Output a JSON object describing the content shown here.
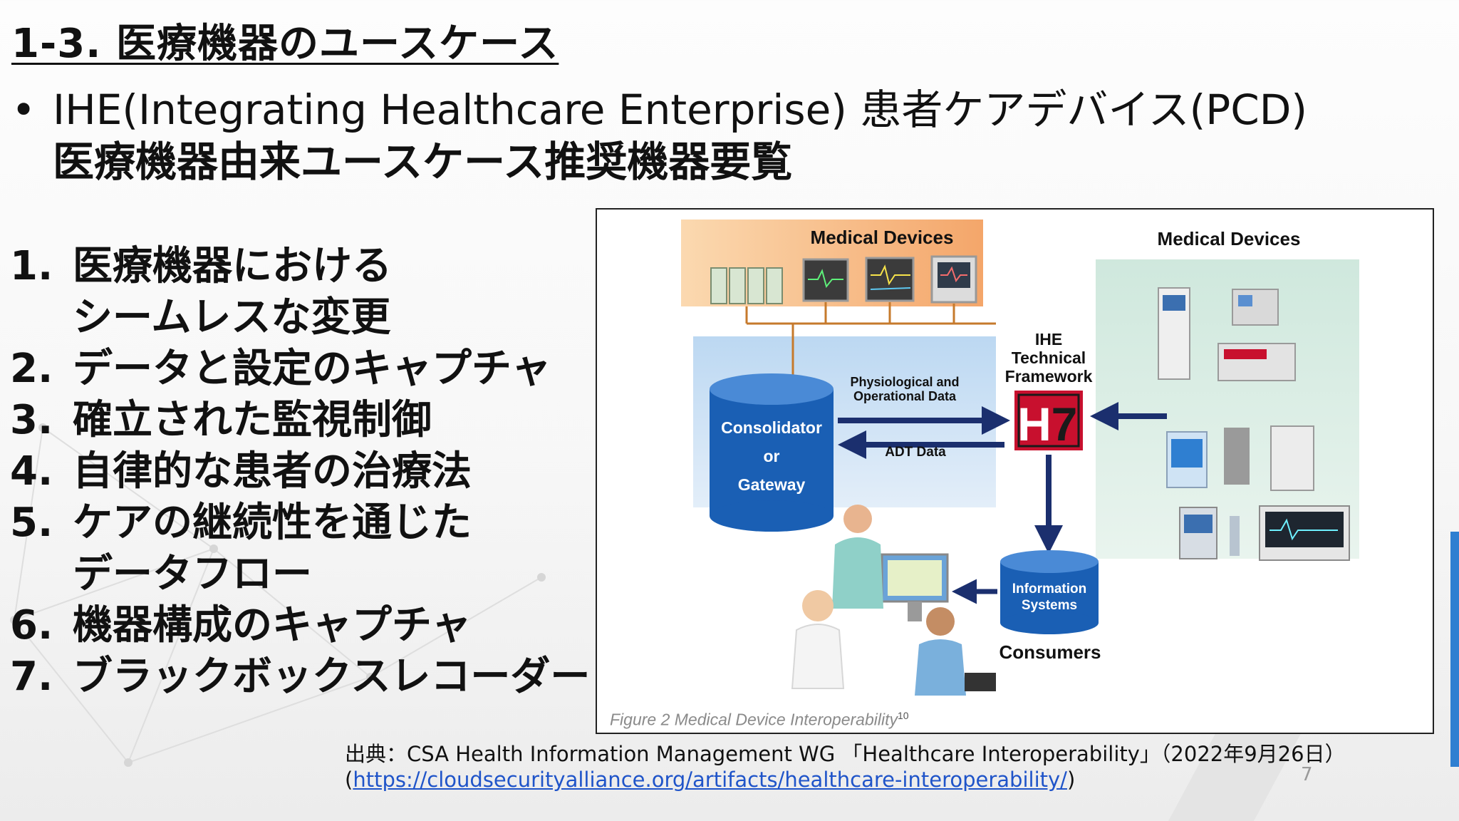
{
  "title": "1-3. 医療機器のユースケース",
  "bullet": {
    "marker": "•",
    "line1": "IHE(Integrating Healthcare Enterprise) 患者ケアデバイス(PCD)",
    "line2": "医療機器由来ユースケース推奨機器要覧"
  },
  "list": [
    {
      "num": "1.",
      "line1": "医療機器における",
      "line2": "シームレスな変更"
    },
    {
      "num": "2.",
      "line1": "データと設定のキャプチャ"
    },
    {
      "num": "3.",
      "line1": "確立された監視制御"
    },
    {
      "num": "4.",
      "line1": "自律的な患者の治療法"
    },
    {
      "num": "5.",
      "line1": "ケアの継続性を通じた",
      "line2": "データフロー"
    },
    {
      "num": "6.",
      "line1": "機器構成のキャプチャ"
    },
    {
      "num": "7.",
      "line1": "ブラックボックスレコーダー"
    }
  ],
  "figure": {
    "left_heading": "Medical Devices",
    "right_heading": "Medical Devices",
    "ihe_line1": "IHE",
    "ihe_line2": "Technical",
    "ihe_line3": "Framework",
    "physio_line1": "Physiological and",
    "physio_line2": "Operational Data",
    "adt": "ADT Data",
    "consolidator_line1": "Consolidator",
    "consolidator_line2": "or",
    "consolidator_line3": "Gateway",
    "info_line1": "Information",
    "info_line2": "Systems",
    "consumers": "Consumers",
    "hl7_h": "H",
    "hl7_7": "7",
    "caption": "Figure 2 Medical Device Interoperability",
    "caption_sup": "10"
  },
  "source": {
    "line1": "出典：CSA Health Information Management WG 「Healthcare Interoperability」（2022年9月26日）",
    "open_paren": "(",
    "url": "https://cloudsecurityalliance.org/artifacts/healthcare-interoperability/",
    "close_paren": ")"
  },
  "page_number": "7",
  "colors": {
    "accent": "#2f7fd1",
    "link": "#1f54c9",
    "cylinder": "#1a5fb4",
    "arrow": "#1b2f6e",
    "hl7_red": "#c8102e"
  }
}
